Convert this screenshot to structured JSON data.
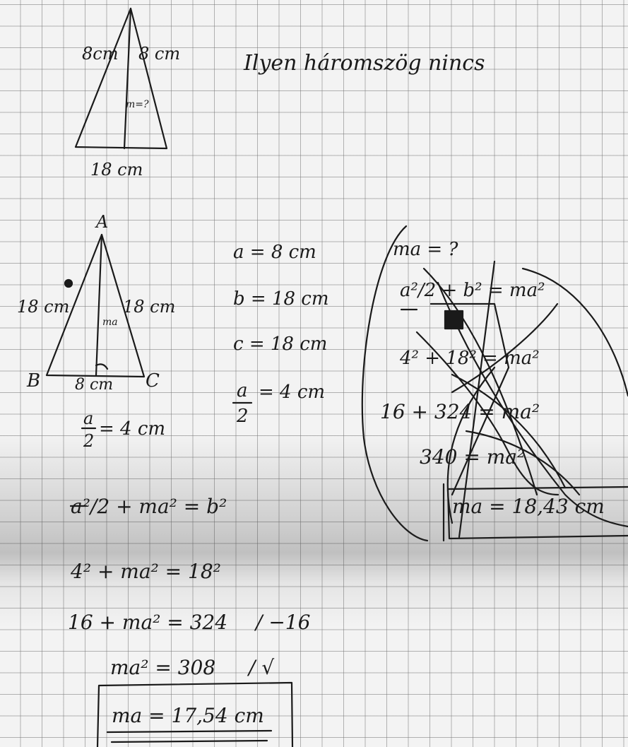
{
  "title": "Ilyen háromszög nincs",
  "triangle_top": {
    "left_side": "8cm",
    "right_side": "8 cm",
    "height": "m=?",
    "base": "18 cm"
  },
  "triangle_main": {
    "vertex_top": "A",
    "vertex_b": "B",
    "vertex_c": "C",
    "side_left": "18 cm",
    "side_right": "18 cm",
    "height": "ma",
    "base": "8 cm",
    "half_base_num": "a",
    "half_base_den": "2",
    "half_base_val": "= 4 cm"
  },
  "givens": [
    "a = 8 cm",
    "b = 18 cm",
    "c = 18 cm"
  ],
  "half_given": {
    "num": "a",
    "den": "2",
    "val": "= 4 cm"
  },
  "work": {
    "line1": "a²/2 + ma² = b²",
    "line2": "4² + ma² = 18²",
    "line3": "16 + ma² = 324",
    "line3_op": "/ −16",
    "line4": "ma² = 308",
    "line4_op": "/ √",
    "answer": "ma = 17,54 cm"
  },
  "crossed": {
    "line0": "ma = ?",
    "line1": "a²/2 + b² = ma²",
    "line2": "4² + 18² = ma²",
    "line3": "16 + 324 = ma²",
    "line4": "340 = ma²",
    "answer": "ma = 18,43 cm"
  }
}
